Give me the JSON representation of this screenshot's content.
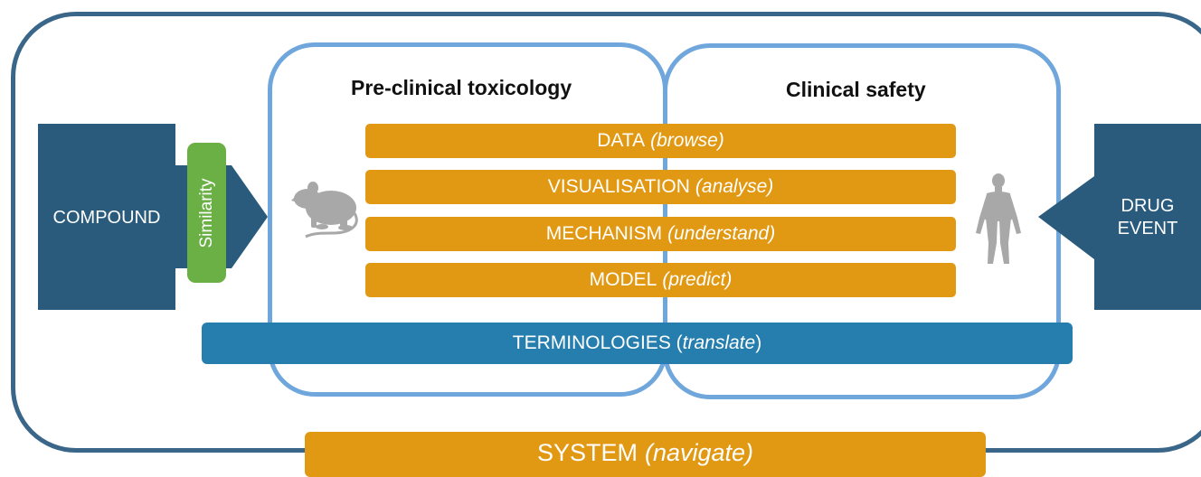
{
  "panels": {
    "preclinical_title": "Pre-clinical toxicology",
    "clinical_title": "Clinical safety"
  },
  "bars": {
    "data": {
      "label": "DATA",
      "verb": "(browse)"
    },
    "visualisation": {
      "label": "VISUALISATION",
      "verb": "(analyse)"
    },
    "mechanism": {
      "label": "MECHANISM",
      "verb": "(understand)"
    },
    "model": {
      "label": "MODEL",
      "verb": "(predict)"
    }
  },
  "terminologies": {
    "label": "TERMINOLOGIES (",
    "verb": "translate",
    "close": ")"
  },
  "system": {
    "label": "SYSTEM",
    "verb": "(navigate)"
  },
  "compound": "COMPOUND",
  "similarity": "Similarity",
  "drug_event": {
    "line1": "DRUG",
    "line2": "EVENT"
  },
  "icons": {
    "left": "rat-icon",
    "right": "human-figure-icon"
  },
  "colors": {
    "frame": "#3a6789",
    "panel_border": "#6fa7dc",
    "orange_bar": "#e19812",
    "blue_bar": "#267eaf",
    "arrow": "#2a5b7c",
    "similarity": "#6ab045",
    "icon_grey": "#a8a8a8"
  }
}
